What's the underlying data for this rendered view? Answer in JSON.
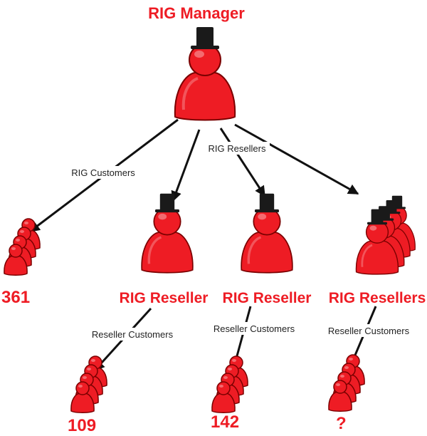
{
  "manager": {
    "label": "RIG Manager"
  },
  "edge_labels": {
    "rig_customers": "RIG Customers",
    "rig_resellers": "RIG Resellers",
    "reseller_customers_1": "Reseller Customers",
    "reseller_customers_2": "Reseller Customers",
    "reseller_customers_3": "Reseller Customers"
  },
  "resellers": [
    {
      "label": "RIG Reseller"
    },
    {
      "label": "RIG Reseller"
    },
    {
      "label": "RIG Resellers"
    }
  ],
  "counts": {
    "rig_customers": "361",
    "reseller_1_customers": "109",
    "reseller_2_customers": "142",
    "reseller_3_customers": "?"
  },
  "colors": {
    "figure_fill": "#ee1c24",
    "figure_stroke": "#7a0000",
    "hat": "#1a1a1a",
    "arrow": "#111111",
    "label": "#ee1c24"
  },
  "icons": {
    "manager": "top-hat-person-icon",
    "reseller": "top-hat-person-icon",
    "customer_group": "person-group-icon"
  }
}
